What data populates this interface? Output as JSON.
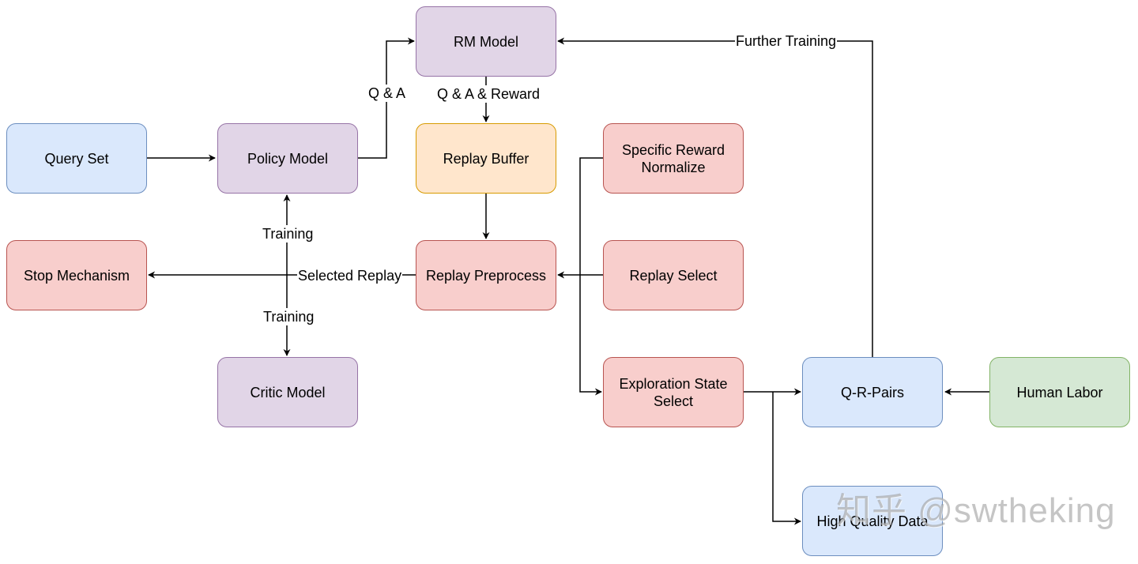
{
  "nodes": {
    "rm_model": "RM Model",
    "query_set": "Query Set",
    "policy_model": "Policy Model",
    "replay_buffer": "Replay Buffer",
    "specific_reward_normalize": "Specific Reward Normalize",
    "stop_mechanism": "Stop Mechanism",
    "replay_preprocess": "Replay Preprocess",
    "replay_select": "Replay Select",
    "critic_model": "Critic Model",
    "exploration_state_select": "Exploration State Select",
    "q_r_pairs": "Q-R-Pairs",
    "human_labor": "Human Labor",
    "high_quality_data": "High Quality Data"
  },
  "edge_labels": {
    "q_and_a": "Q & A",
    "q_a_reward": "Q & A & Reward",
    "further_training": "Further Training",
    "training_up": "Training",
    "selected_replay": "Selected Replay",
    "training_down": "Training"
  },
  "watermark": "知乎 @swtheking"
}
